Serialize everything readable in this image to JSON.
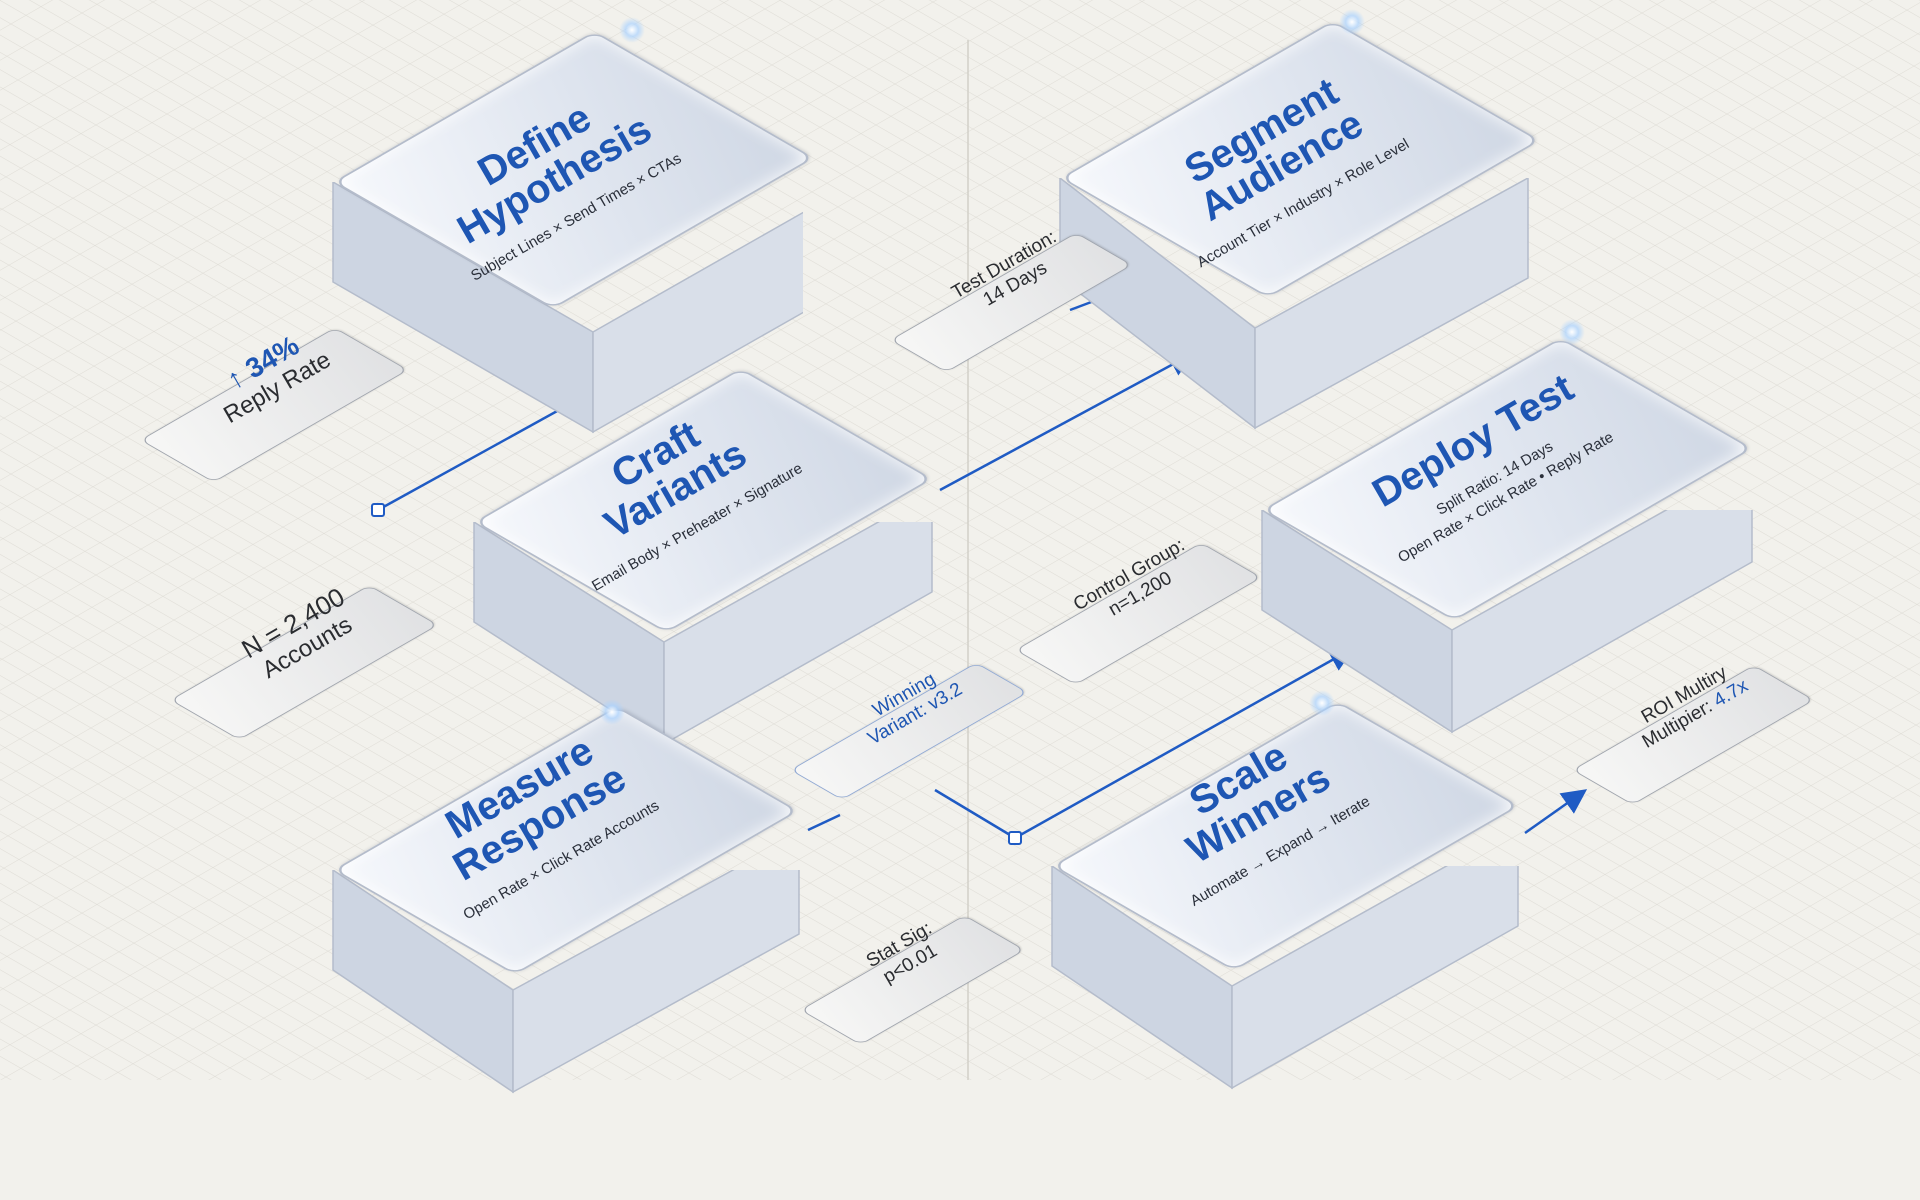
{
  "steps": {
    "define": {
      "title_line1": "Define",
      "title_line2": "Hypothesis",
      "subtitle": "Subject Lines × Send Times × CTAs"
    },
    "segment": {
      "title_line1": "Segment",
      "title_line2": "Audience",
      "subtitle": "Account Tier × Industry × Role Level"
    },
    "craft": {
      "title_line1": "Craft",
      "title_line2": "Variants",
      "subtitle": "Email Body × Preheater × Signature"
    },
    "deploy": {
      "title_line1": "Deploy Test",
      "subtitle_line1": "Split Ratio: 14 Days",
      "subtitle_line2": "Open Rate × Click Rate • Reply Rate"
    },
    "measure": {
      "title_line1": "Measure",
      "title_line2": "Response",
      "subtitle": "Open Rate × Click Rate Accounts"
    },
    "scale": {
      "title_line1": "Scale",
      "title_line2": "Winners",
      "subtitle": "Automate → Expand → Iterate"
    }
  },
  "labels": {
    "reply_rate": {
      "line1": "↑ 34%",
      "line2": "Reply Rate"
    },
    "test_duration": {
      "line1": "Test Duration:",
      "line2": "14 Days"
    },
    "sample_size": {
      "line1": "N = 2,400",
      "line2": "Accounts"
    },
    "control_group": {
      "line1": "Control Group:",
      "line2": "n=1,200"
    },
    "winning_variant": {
      "line1": "Winning",
      "line2": "Variant: v3.2"
    },
    "roi": {
      "line1": "ROI Multiry",
      "line2_prefix": "Multipier: ",
      "line2_value": "4.7x"
    },
    "stat_sig": {
      "line1": "Stat Sig:",
      "line2": "p<0.01"
    }
  },
  "colors": {
    "accent": "#1e56b3",
    "connector": "#1f5bc4",
    "background": "#f2f1ec",
    "grid": "#dedcd5",
    "glass_edge": "#b4bccb"
  }
}
